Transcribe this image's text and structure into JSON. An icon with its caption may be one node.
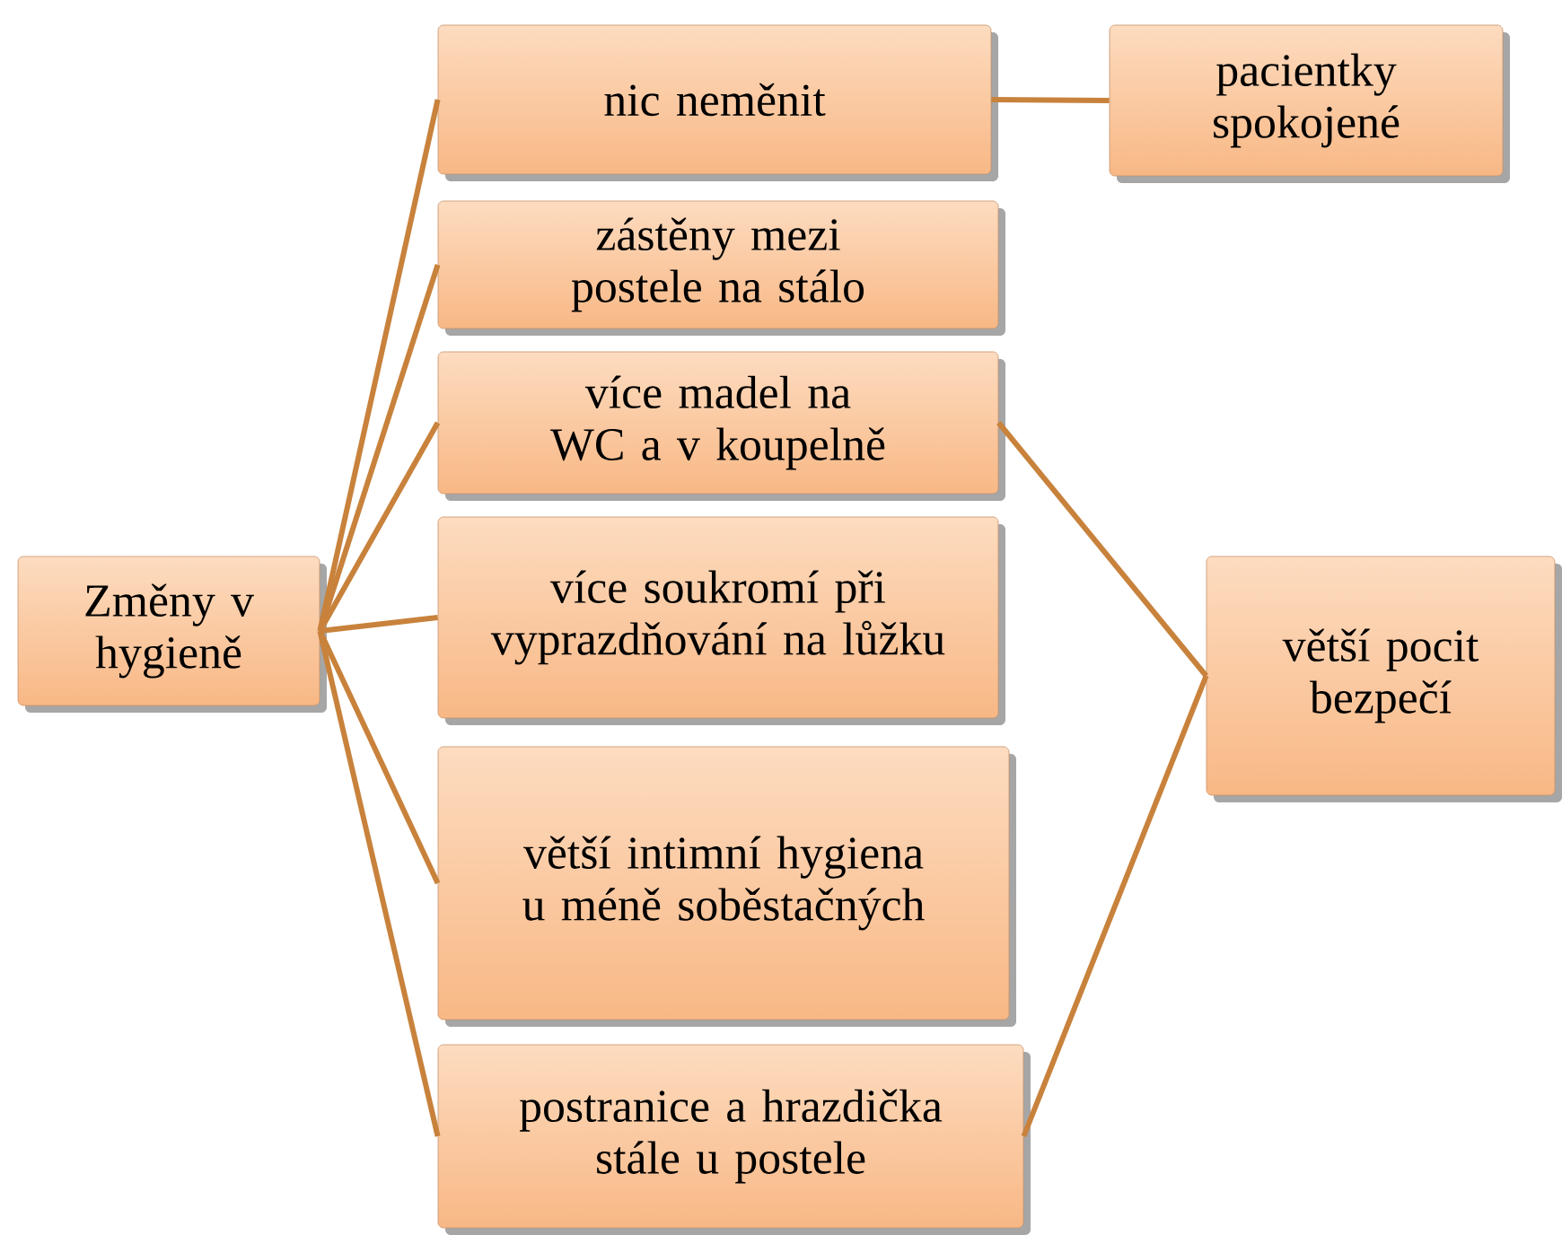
{
  "diagram": {
    "nodes": [
      {
        "text": [
          "Změny v hygieně"
        ]
      },
      {
        "text": [
          "nic neměnit"
        ]
      },
      {
        "text": [
          "pacientky spokojené"
        ]
      },
      {
        "text": [
          "zástěny mezi postele na stálo"
        ]
      },
      {
        "text": [
          "více madel na WC a v koupelně"
        ]
      },
      {
        "text": [
          "více soukromí při vyprazdňování na lůžku"
        ]
      },
      {
        "text": [
          "větší intimní hygiena u méně soběstačných"
        ]
      },
      {
        "text": [
          "postranice a hrazdička stále u postele"
        ]
      },
      {
        "text": [
          "větší pocit bezpečí"
        ]
      }
    ],
    "edges": [
      {
        "from": 0,
        "to": 1,
        "arrow": "none"
      },
      {
        "from": 1,
        "to": 2,
        "arrow": "none"
      },
      {
        "from": 0,
        "to": 3,
        "arrow": "none"
      },
      {
        "from": 0,
        "to": 4,
        "arrow": "none"
      },
      {
        "from": 0,
        "to": 5,
        "arrow": "none"
      },
      {
        "from": 0,
        "to": 6,
        "arrow": "none"
      },
      {
        "from": 0,
        "to": 7,
        "arrow": "none"
      },
      {
        "from": 4,
        "to": 8,
        "arrow": "none"
      },
      {
        "from": 7,
        "to": 8,
        "arrow": "none"
      }
    ]
  }
}
